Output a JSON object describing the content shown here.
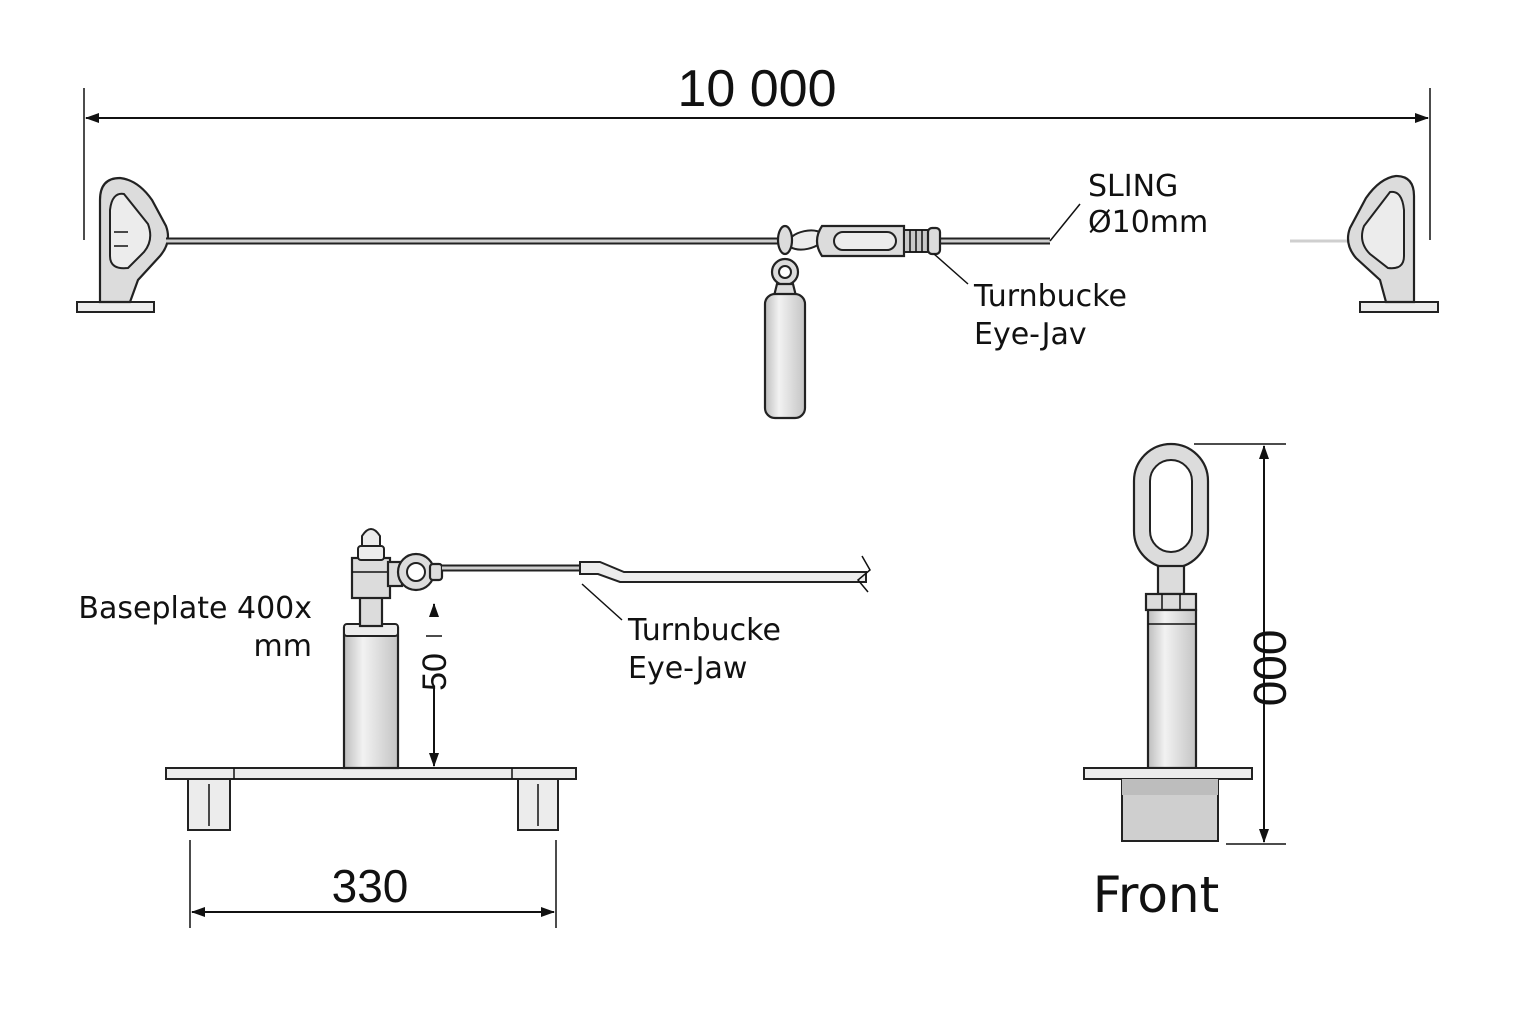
{
  "top_view": {
    "overall_dimension": "10 000",
    "sling_label_line1": "SLING",
    "sling_label_line2": "Ø10mm",
    "turnbuckle_label_line1": "Turnbucke",
    "turnbuckle_label_line2": "Eye-Jav"
  },
  "side_view": {
    "baseplate_label_line1": "Baseplate 400x",
    "baseplate_label_line2": "mm",
    "height_dimension": "50",
    "width_dimension": "330",
    "turnbuckle_label_line1": "Turnbucke",
    "turnbuckle_label_line2": "Eye-Jaw"
  },
  "front_view": {
    "height_dimension": "000",
    "title": "Front"
  }
}
